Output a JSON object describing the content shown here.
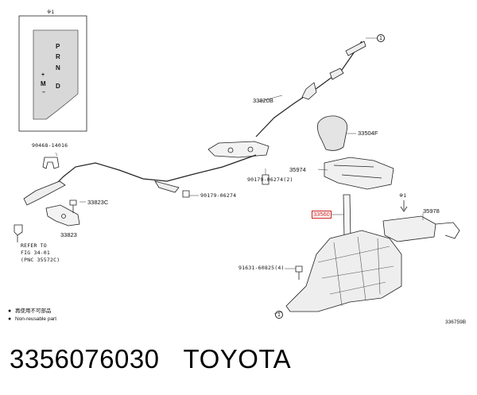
{
  "labels": {
    "note_mark_top": "※1",
    "gear_p": "P",
    "gear_r": "R",
    "gear_n": "N",
    "gear_d": "D",
    "gear_plus": "+",
    "gear_m": "M",
    "gear_minus": "–",
    "part_33820B": "33820B",
    "part_33504F": "33504F",
    "part_35974": "35974",
    "part_90179_06274_2": "90179-06274(2)",
    "part_90179_06274": "90179-06274",
    "part_90468_14016": "90468-14016",
    "part_33823C": "33823C",
    "part_33823": "33823",
    "part_33560": "33560",
    "part_35978": "35978",
    "note_mark_right": "※1",
    "part_91631_60825_4": "91631-60825(4)",
    "refer_line1": "REFER TO",
    "refer_line2": "FIG 34-01",
    "refer_line3": "(PNC 35572C)",
    "legend_1": "再使用不可部品",
    "legend_2": "Non-reusable part",
    "drawing_no": "336759B",
    "circle_1": "1"
  },
  "title": {
    "part_number": "3356076030",
    "brand": "TOYOTA"
  }
}
